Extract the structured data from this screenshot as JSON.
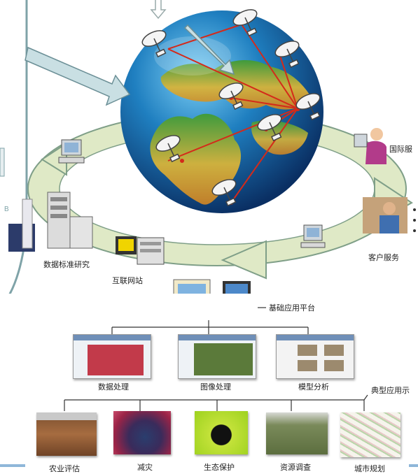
{
  "labels": {
    "international": "国际服",
    "customer_service": "客户服务",
    "data_standard": "数据标准研究",
    "internet_site": "互联网站",
    "platform": "基础应用平台",
    "typical_apps": "典型应用示"
  },
  "platform_modules": [
    {
      "label": "数据处理"
    },
    {
      "label": "图像处理"
    },
    {
      "label": "模型分析"
    }
  ],
  "applications": [
    {
      "label": "农业评估"
    },
    {
      "label": "减灾"
    },
    {
      "label": "生态保护"
    },
    {
      "label": "资源调查"
    },
    {
      "label": "城市规划"
    }
  ],
  "left_fragment": {
    "letter": "B"
  },
  "colors": {
    "ring_fill": "#dfe9c6",
    "ring_stroke": "#7f9f88",
    "panel_border": "#7fa3a8",
    "arrow_fill": "#c9dfe3",
    "link_line": "#d42a1a"
  }
}
